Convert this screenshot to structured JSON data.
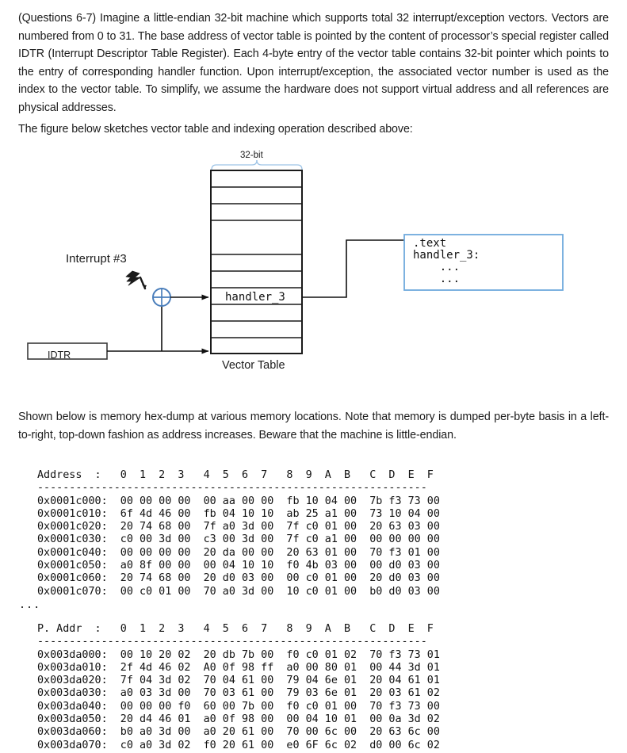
{
  "document": {
    "paragraphs": {
      "intro": "(Questions 6-7) Imagine a little-endian 32-bit machine which supports total 32 interrupt/exception vectors. Vectors are numbered from 0 to 31. The base address of vector table is pointed by the content of processor’s special register called IDTR (Interrupt Descriptor Table Register). Each 4-byte entry of the vector table contains 32-bit pointer which points to the entry of corresponding handler function. Upon interrupt/exception, the associated vector number is used as the index to the vector table. To simplify, we assume the hardware does not support virtual address and all references are physical addresses.",
      "figure_caption": "The figure below sketches vector table and indexing operation described above:",
      "hexdump_note": "Shown below is memory hex-dump at various memory locations. Note that memory is dumped per-byte basis in a left-to-right, top-down fashion as address increases. Beware that the machine is little-endian."
    }
  },
  "figure": {
    "width_label": "32-bit",
    "interrupt_label": "Interrupt #3",
    "idtr_label": "IDTR",
    "vector_table_label": "Vector Table",
    "handler_entry": "handler_3",
    "code_box": ".text\nhandler_3:\n    ...\n    ...",
    "adder_symbol": "⊕",
    "colors": {
      "accent_blue": "#4a7ebb",
      "light_blue": "#9dc3e6",
      "outline": "#1a1a1a"
    },
    "vector_table_rows": 10,
    "highlighted_row_index": 6
  },
  "hexdump_1": {
    "columns_label": "Address  :",
    "column_groups": [
      [
        "0",
        "1",
        "2",
        "3"
      ],
      [
        "4",
        "5",
        "6",
        "7"
      ],
      [
        "8",
        "9",
        "A",
        "B"
      ],
      [
        "C",
        "D",
        "E",
        "F"
      ]
    ],
    "separator": "-------------------------------------------------------------",
    "rows": [
      {
        "address": "0x0001c000:",
        "g0": [
          "00",
          "00",
          "00",
          "00"
        ],
        "g1": [
          "00",
          "aa",
          "00",
          "00"
        ],
        "g2": [
          "fb",
          "10",
          "04",
          "00"
        ],
        "g3": [
          "7b",
          "f3",
          "73",
          "00"
        ]
      },
      {
        "address": "0x0001c010:",
        "g0": [
          "6f",
          "4d",
          "46",
          "00"
        ],
        "g1": [
          "fb",
          "04",
          "10",
          "10"
        ],
        "g2": [
          "ab",
          "25",
          "a1",
          "00"
        ],
        "g3": [
          "73",
          "10",
          "04",
          "00"
        ]
      },
      {
        "address": "0x0001c020:",
        "g0": [
          "20",
          "74",
          "68",
          "00"
        ],
        "g1": [
          "7f",
          "a0",
          "3d",
          "00"
        ],
        "g2": [
          "7f",
          "c0",
          "01",
          "00"
        ],
        "g3": [
          "20",
          "63",
          "03",
          "00"
        ]
      },
      {
        "address": "0x0001c030:",
        "g0": [
          "c0",
          "00",
          "3d",
          "00"
        ],
        "g1": [
          "c3",
          "00",
          "3d",
          "00"
        ],
        "g2": [
          "7f",
          "c0",
          "a1",
          "00"
        ],
        "g3": [
          "00",
          "00",
          "00",
          "00"
        ]
      },
      {
        "address": "0x0001c040:",
        "g0": [
          "00",
          "00",
          "00",
          "00"
        ],
        "g1": [
          "20",
          "da",
          "00",
          "00"
        ],
        "g2": [
          "20",
          "63",
          "01",
          "00"
        ],
        "g3": [
          "70",
          "f3",
          "01",
          "00"
        ]
      },
      {
        "address": "0x0001c050:",
        "g0": [
          "a0",
          "8f",
          "00",
          "00"
        ],
        "g1": [
          "00",
          "04",
          "10",
          "10"
        ],
        "g2": [
          "f0",
          "4b",
          "03",
          "00"
        ],
        "g3": [
          "00",
          "d0",
          "03",
          "00"
        ]
      },
      {
        "address": "0x0001c060:",
        "g0": [
          "20",
          "74",
          "68",
          "00"
        ],
        "g1": [
          "20",
          "d0",
          "03",
          "00"
        ],
        "g2": [
          "00",
          "c0",
          "01",
          "00"
        ],
        "g3": [
          "20",
          "d0",
          "03",
          "00"
        ]
      },
      {
        "address": "0x0001c070:",
        "g0": [
          "00",
          "c0",
          "01",
          "00"
        ],
        "g1": [
          "70",
          "a0",
          "3d",
          "00"
        ],
        "g2": [
          "10",
          "c0",
          "01",
          "00"
        ],
        "g3": [
          "b0",
          "d0",
          "03",
          "00"
        ]
      }
    ]
  },
  "hexdump_ellipsis": "...",
  "hexdump_2": {
    "columns_label": "P. Addr  :",
    "column_groups": [
      [
        "0",
        "1",
        "2",
        "3"
      ],
      [
        "4",
        "5",
        "6",
        "7"
      ],
      [
        "8",
        "9",
        "A",
        "B"
      ],
      [
        "C",
        "D",
        "E",
        "F"
      ]
    ],
    "separator": "-------------------------------------------------------------",
    "rows": [
      {
        "address": "0x003da000:",
        "g0": [
          "00",
          "10",
          "20",
          "02"
        ],
        "g1": [
          "20",
          "db",
          "7b",
          "00"
        ],
        "g2": [
          "f0",
          "c0",
          "01",
          "02"
        ],
        "g3": [
          "70",
          "f3",
          "73",
          "01"
        ]
      },
      {
        "address": "0x003da010:",
        "g0": [
          "2f",
          "4d",
          "46",
          "02"
        ],
        "g1": [
          "A0",
          "0f",
          "98",
          "ff"
        ],
        "g2": [
          "a0",
          "00",
          "80",
          "01"
        ],
        "g3": [
          "00",
          "44",
          "3d",
          "01"
        ]
      },
      {
        "address": "0x003da020:",
        "g0": [
          "7f",
          "04",
          "3d",
          "02"
        ],
        "g1": [
          "70",
          "04",
          "61",
          "00"
        ],
        "g2": [
          "79",
          "04",
          "6e",
          "01"
        ],
        "g3": [
          "20",
          "04",
          "61",
          "01"
        ]
      },
      {
        "address": "0x003da030:",
        "g0": [
          "a0",
          "03",
          "3d",
          "00"
        ],
        "g1": [
          "70",
          "03",
          "61",
          "00"
        ],
        "g2": [
          "79",
          "03",
          "6e",
          "01"
        ],
        "g3": [
          "20",
          "03",
          "61",
          "02"
        ]
      },
      {
        "address": "0x003da040:",
        "g0": [
          "00",
          "00",
          "00",
          "f0"
        ],
        "g1": [
          "60",
          "00",
          "7b",
          "00"
        ],
        "g2": [
          "f0",
          "c0",
          "01",
          "00"
        ],
        "g3": [
          "70",
          "f3",
          "73",
          "00"
        ]
      },
      {
        "address": "0x003da050:",
        "g0": [
          "20",
          "d4",
          "46",
          "01"
        ],
        "g1": [
          "a0",
          "0f",
          "98",
          "00"
        ],
        "g2": [
          "00",
          "04",
          "10",
          "01"
        ],
        "g3": [
          "00",
          "0a",
          "3d",
          "02"
        ]
      },
      {
        "address": "0x003da060:",
        "g0": [
          "b0",
          "a0",
          "3d",
          "00"
        ],
        "g1": [
          "a0",
          "20",
          "61",
          "00"
        ],
        "g2": [
          "70",
          "00",
          "6c",
          "00"
        ],
        "g3": [
          "20",
          "63",
          "6c",
          "00"
        ]
      },
      {
        "address": "0x003da070:",
        "g0": [
          "c0",
          "a0",
          "3d",
          "02"
        ],
        "g1": [
          "f0",
          "20",
          "61",
          "00"
        ],
        "g2": [
          "e0",
          "6F",
          "6c",
          "02"
        ],
        "g3": [
          "d0",
          "00",
          "6c",
          "02"
        ]
      }
    ]
  }
}
